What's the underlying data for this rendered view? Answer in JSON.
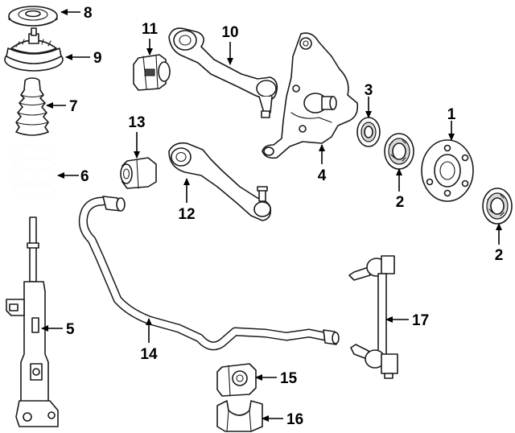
{
  "callouts": [
    {
      "id": "1",
      "label": "1"
    },
    {
      "id": "2a",
      "label": "2"
    },
    {
      "id": "2b",
      "label": "2"
    },
    {
      "id": "3",
      "label": "3"
    },
    {
      "id": "4",
      "label": "4"
    },
    {
      "id": "5",
      "label": "5"
    },
    {
      "id": "6",
      "label": "6"
    },
    {
      "id": "7",
      "label": "7"
    },
    {
      "id": "8",
      "label": "8"
    },
    {
      "id": "9",
      "label": "9"
    },
    {
      "id": "10",
      "label": "10"
    },
    {
      "id": "11",
      "label": "11"
    },
    {
      "id": "12",
      "label": "12"
    },
    {
      "id": "13",
      "label": "13"
    },
    {
      "id": "14",
      "label": "14"
    },
    {
      "id": "15",
      "label": "15"
    },
    {
      "id": "16",
      "label": "16"
    },
    {
      "id": "17",
      "label": "17"
    }
  ],
  "colors": {
    "line": "#1a1a1a",
    "fill": "#ffffff",
    "shade": "#d9d9d9",
    "background": "#ffffff"
  }
}
